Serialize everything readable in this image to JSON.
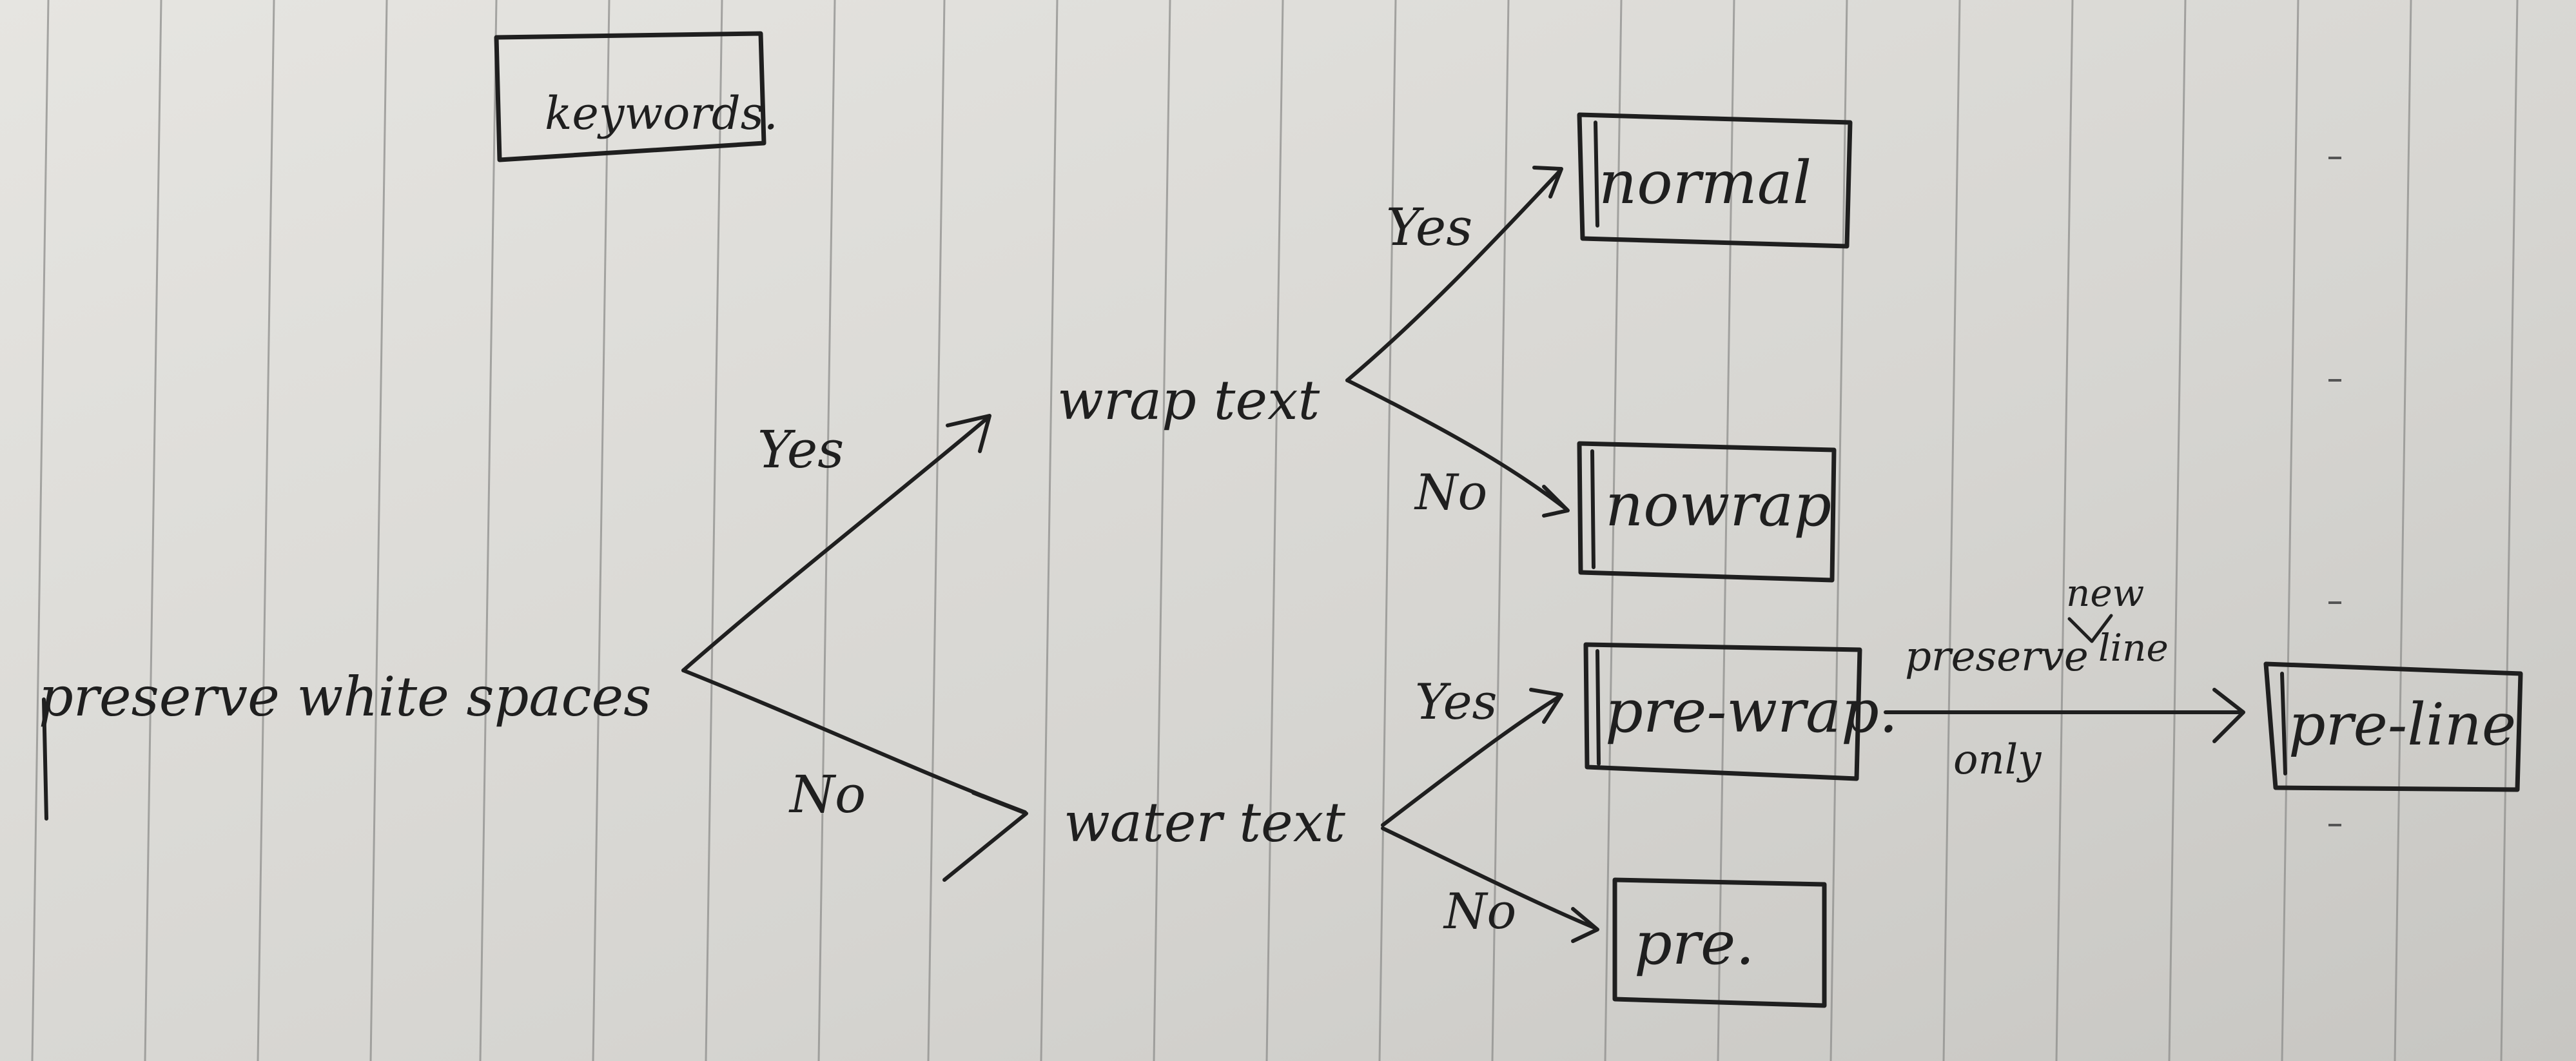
{
  "diagram": {
    "legend_box": "keywords.",
    "root": "preserve white spaces",
    "branch_yes": "Yes",
    "branch_no": "No",
    "mid_wrap": "wrap text",
    "mid_water": "water text",
    "wrap_yes": "Yes",
    "wrap_no": "No",
    "water_yes": "Yes",
    "water_no": "No",
    "kw_normal": "normal",
    "kw_nowrap": "nowrap",
    "kw_prewrap": "pre-wrap.",
    "kw_pre": "pre.",
    "kw_preline": "pre-line",
    "arrow_label_top": "preserve",
    "arrow_label_caret": "new",
    "arrow_label_line": "line",
    "arrow_label_bottom": "only"
  },
  "colors": {
    "paper": "#d9d8d4",
    "rule": "#9a9a9a",
    "ink": "#1f1f1f"
  }
}
